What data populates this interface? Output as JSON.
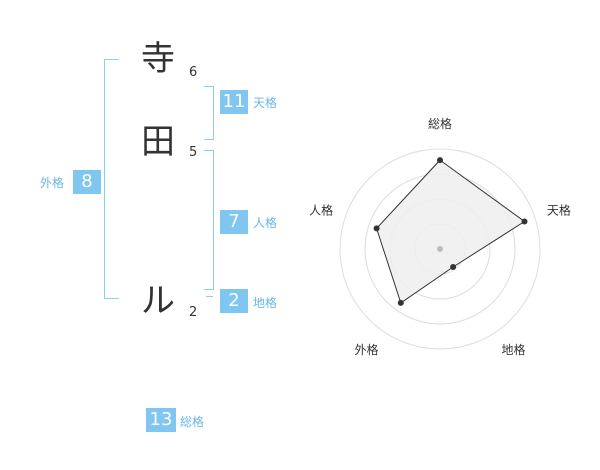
{
  "name": {
    "chars": [
      {
        "char": "寺",
        "strokes": "6"
      },
      {
        "char": "田",
        "strokes": "5"
      },
      {
        "char": "ル",
        "strokes": "2"
      }
    ]
  },
  "fortunes": {
    "tenkaku": {
      "value": "11",
      "label": "天格"
    },
    "jinkaku": {
      "value": "7",
      "label": "人格"
    },
    "chikaku": {
      "value": "2",
      "label": "地格"
    },
    "gaikaku": {
      "value": "8",
      "label": "外格"
    },
    "soukaku": {
      "value": "13",
      "label": "総格"
    }
  },
  "colors": {
    "accent": "#7fc7f0",
    "label": "#6bb6e6",
    "bracket": "#8ccdf2",
    "radar_fill": "#efefef",
    "radar_stroke": "#333333"
  },
  "chart_data": {
    "type": "radar",
    "axes": [
      "総格",
      "天格",
      "地格",
      "外格",
      "人格"
    ],
    "values": [
      4,
      4,
      1,
      3,
      3
    ],
    "rmax": 4.5,
    "rings": 4,
    "grid": true
  }
}
